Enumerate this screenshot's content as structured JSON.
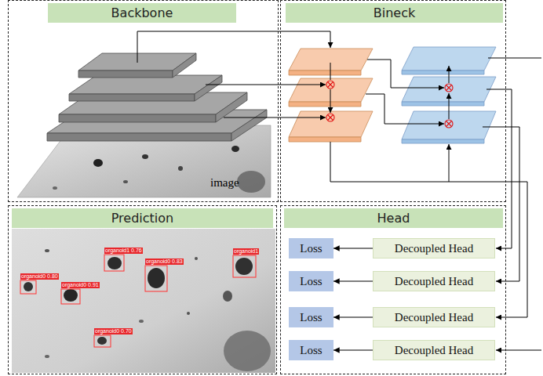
{
  "diagram": {
    "nodes": [
      {
        "text": [
          "Backbone"
        ]
      },
      {
        "text": [
          "Bineck"
        ]
      },
      {
        "text": [
          "Prediction"
        ]
      },
      {
        "text": [
          "Head"
        ]
      },
      {
        "text": [
          "Loss"
        ],
        "in": 3
      },
      {
        "text": [
          "Decoupled Head"
        ],
        "in": 3
      },
      {
        "text": [
          "Loss"
        ],
        "in": 3
      },
      {
        "text": [
          "Decoupled Head"
        ],
        "in": 3
      },
      {
        "text": [
          "Loss"
        ],
        "in": 3
      },
      {
        "text": [
          "Decoupled Head"
        ],
        "in": 3
      },
      {
        "text": [
          "Loss"
        ],
        "in": 3
      },
      {
        "text": [
          "Decoupled Head"
        ],
        "in": 3
      }
    ],
    "edges": [
      {
        "from": 5,
        "to": 4,
        "arrow": "to"
      },
      {
        "from": 7,
        "to": 6,
        "arrow": "to"
      },
      {
        "from": 9,
        "to": 8,
        "arrow": "to"
      },
      {
        "from": 11,
        "to": 10,
        "arrow": "to"
      }
    ],
    "labels": [
      "image",
      "organoid1 0.76",
      "organoid0 0.80",
      "organoid0 0.91",
      "organoid0 0.83",
      "organoid1",
      "organoid0 0.70"
    ]
  }
}
